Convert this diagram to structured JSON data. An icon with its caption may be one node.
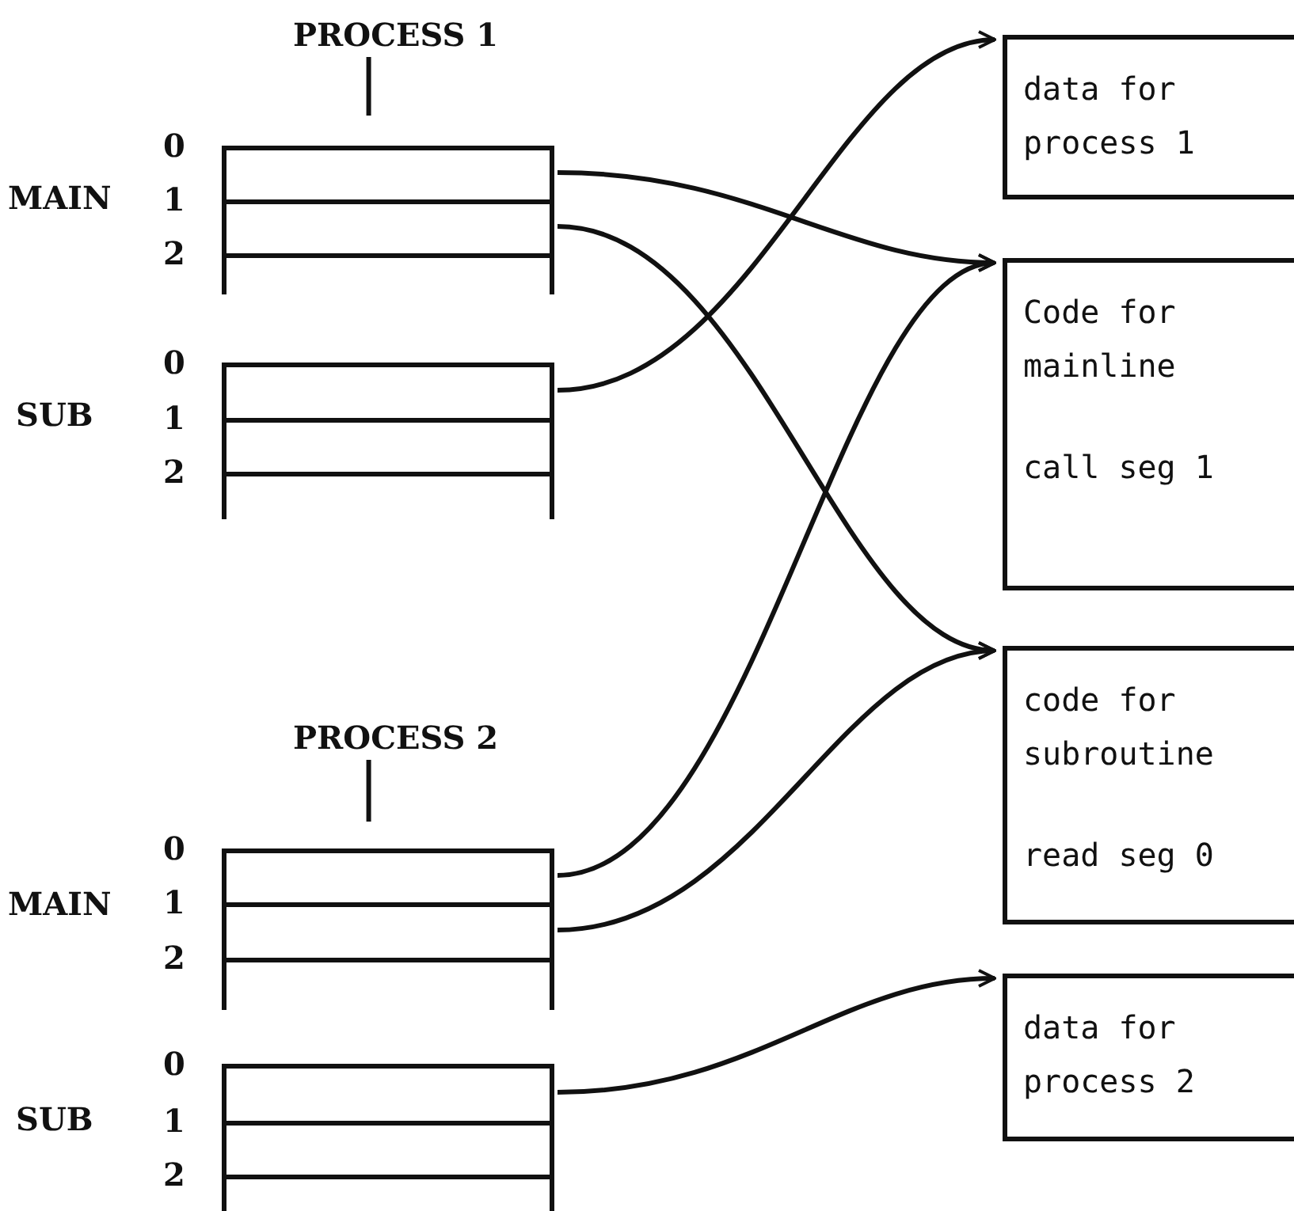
{
  "diagram": {
    "nodes": [
      {
        "text": [
          "PROCESS 1"
        ]
      },
      {
        "text": [
          "MAIN"
        ]
      },
      {
        "text": [
          "0"
        ],
        "in": 1
      },
      {
        "text": [
          "1"
        ],
        "in": 1
      },
      {
        "text": [
          "2"
        ],
        "in": 1
      },
      {
        "text": [
          "SUB"
        ]
      },
      {
        "text": [
          "0"
        ],
        "in": 5
      },
      {
        "text": [
          "1"
        ],
        "in": 5
      },
      {
        "text": [
          "2"
        ],
        "in": 5
      },
      {
        "text": [
          "PROCESS 2"
        ]
      },
      {
        "text": [
          "MAIN"
        ]
      },
      {
        "text": [
          "0"
        ],
        "in": 10
      },
      {
        "text": [
          "1"
        ],
        "in": 10
      },
      {
        "text": [
          "2"
        ],
        "in": 10
      },
      {
        "text": [
          "SUB"
        ]
      },
      {
        "text": [
          "0"
        ],
        "in": 14
      },
      {
        "text": [
          "1"
        ],
        "in": 14
      },
      {
        "text": [
          "2"
        ],
        "in": 14
      },
      {
        "text": [
          "data for process 1"
        ]
      },
      {
        "text": [
          "Code for mainline",
          "call seg 1"
        ]
      },
      {
        "text": [
          "code for subroutine",
          "read seg 0"
        ]
      },
      {
        "text": [
          "data for process 2"
        ]
      }
    ],
    "edges": [
      {
        "from": 0,
        "to": 1,
        "arrow": "none"
      },
      {
        "from": 2,
        "to": 19,
        "arrow": "to"
      },
      {
        "from": 3,
        "to": 20,
        "arrow": "to"
      },
      {
        "from": 6,
        "to": 18,
        "arrow": "to"
      },
      {
        "from": 9,
        "to": 10,
        "arrow": "none"
      },
      {
        "from": 11,
        "to": 19,
        "arrow": "to"
      },
      {
        "from": 12,
        "to": 20,
        "arrow": "to"
      },
      {
        "from": 15,
        "to": 21,
        "arrow": "to"
      }
    ]
  }
}
